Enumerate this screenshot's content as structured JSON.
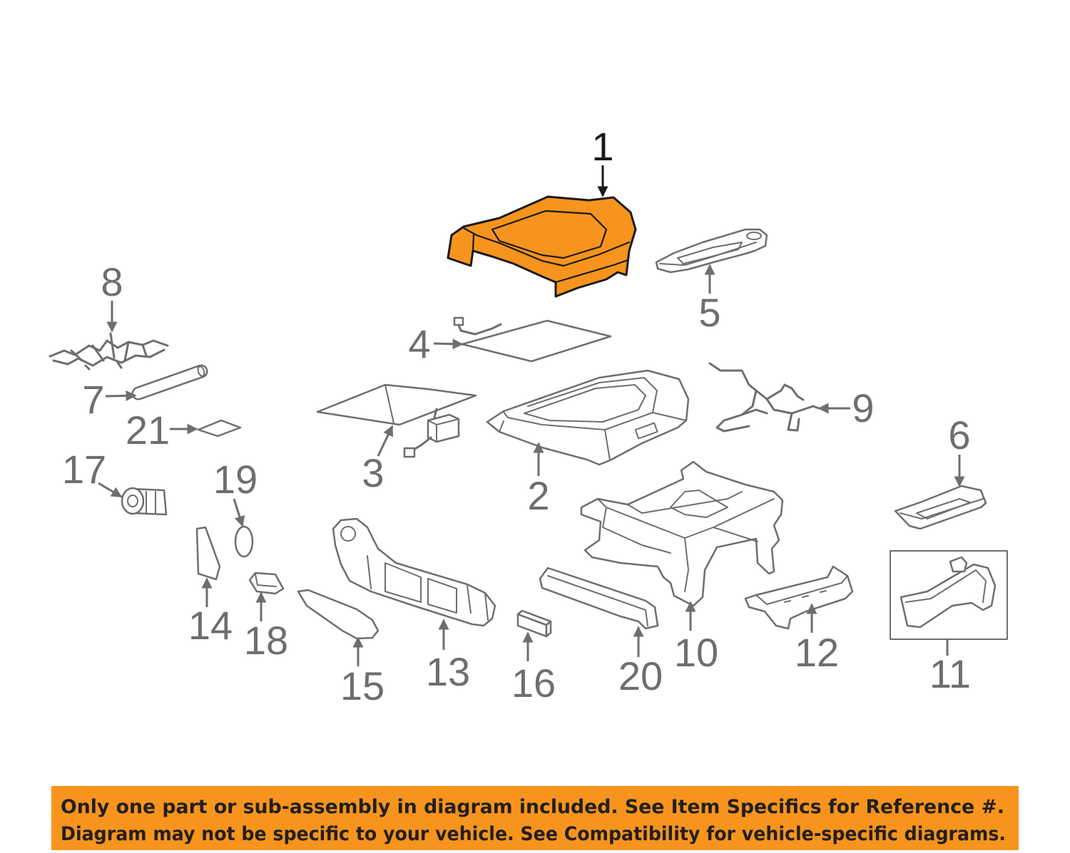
{
  "callouts": [
    "1",
    "2",
    "3",
    "4",
    "5",
    "6",
    "7",
    "8",
    "9",
    "10",
    "11",
    "12",
    "13",
    "14",
    "15",
    "16",
    "17",
    "18",
    "19",
    "20",
    "21"
  ],
  "banner": {
    "line1": "Only one part or sub-assembly in diagram included. See Item Specifics for Reference #.",
    "line2": "Diagram may not be specific to your vehicle. See Compatibility for vehicle-specific diagrams."
  },
  "colors": {
    "highlight": "#F7941D",
    "banner": "#F7941D",
    "lines": "#6D6E71",
    "banner_text": "#231F20"
  }
}
